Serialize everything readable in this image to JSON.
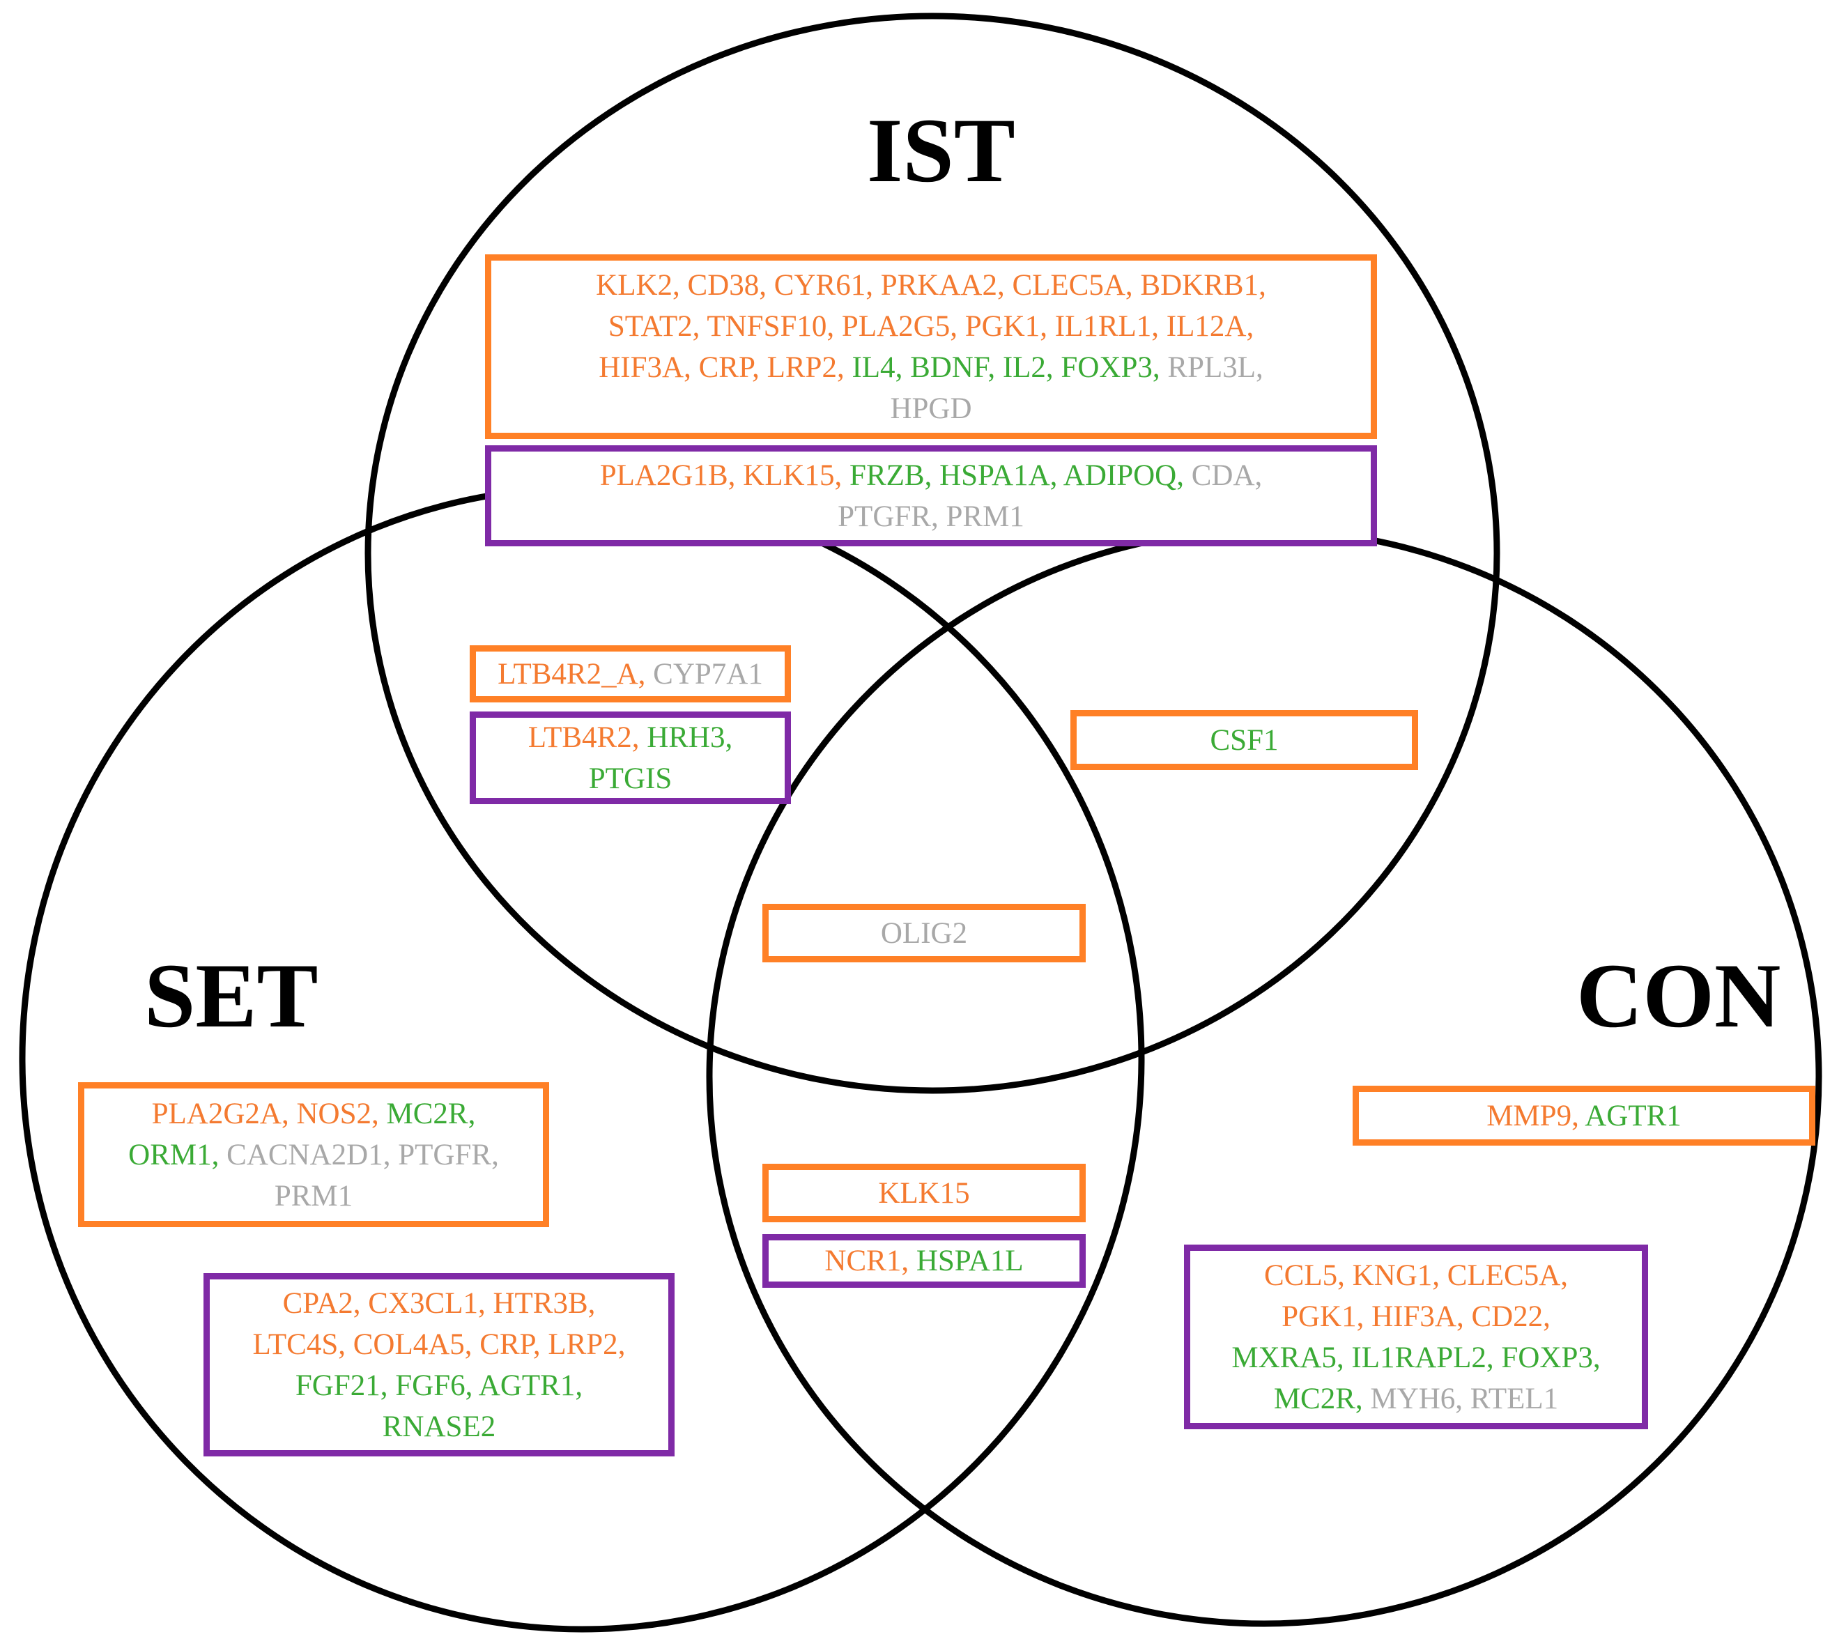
{
  "colors": {
    "orange_box": "#ff8026",
    "purple_box": "#7f2aa6",
    "text_orange": "#f47a30",
    "text_green": "#3aaa35",
    "text_gray": "#a8a8a8",
    "circle": "#000000"
  },
  "sets": [
    {
      "id": "IST",
      "label": "IST"
    },
    {
      "id": "SET",
      "label": "SET"
    },
    {
      "id": "CON",
      "label": "CON"
    }
  ],
  "boxes": [
    {
      "id": "ist-orange",
      "region": "IST only",
      "style": "orange",
      "lines": [
        [
          {
            "t": "KLK2",
            "c": "o"
          },
          {
            "t": "CD38",
            "c": "o"
          },
          {
            "t": "CYR61",
            "c": "o"
          },
          {
            "t": "PRKAA2",
            "c": "o"
          },
          {
            "t": "CLEC5A",
            "c": "o"
          },
          {
            "t": "BDKRB1",
            "c": "o"
          }
        ],
        [
          {
            "t": "STAT2",
            "c": "o"
          },
          {
            "t": "TNFSF10",
            "c": "o"
          },
          {
            "t": "PLA2G5",
            "c": "o"
          },
          {
            "t": "PGK1",
            "c": "o"
          },
          {
            "t": "IL1RL1",
            "c": "o"
          },
          {
            "t": "IL12A",
            "c": "o"
          }
        ],
        [
          {
            "t": "HIF3A",
            "c": "o"
          },
          {
            "t": "CRP",
            "c": "o"
          },
          {
            "t": "LRP2",
            "c": "o"
          },
          {
            "t": "IL4",
            "c": "g"
          },
          {
            "t": "BDNF",
            "c": "g"
          },
          {
            "t": "IL2",
            "c": "g"
          },
          {
            "t": "FOXP3",
            "c": "g"
          },
          {
            "t": "RPL3L",
            "c": "x"
          }
        ],
        [
          {
            "t": "HPGD",
            "c": "x"
          }
        ]
      ]
    },
    {
      "id": "ist-purple",
      "region": "IST only",
      "style": "purple",
      "lines": [
        [
          {
            "t": "PLA2G1B",
            "c": "o"
          },
          {
            "t": "KLK15",
            "c": "o"
          },
          {
            "t": "FRZB",
            "c": "g"
          },
          {
            "t": "HSPA1A",
            "c": "g"
          },
          {
            "t": "ADIPOQ",
            "c": "g"
          },
          {
            "t": "CDA",
            "c": "x"
          }
        ],
        [
          {
            "t": "PTGFR",
            "c": "x"
          },
          {
            "t": "PRM1",
            "c": "x"
          }
        ]
      ]
    },
    {
      "id": "ist-set-orange",
      "region": "IST ∩ SET",
      "style": "orange",
      "lines": [
        [
          {
            "t": "LTB4R2_A",
            "c": "o"
          },
          {
            "t": "CYP7A1",
            "c": "x"
          }
        ]
      ]
    },
    {
      "id": "ist-set-purple",
      "region": "IST ∩ SET",
      "style": "purple",
      "lines": [
        [
          {
            "t": "LTB4R2",
            "c": "o"
          },
          {
            "t": "HRH3",
            "c": "g"
          }
        ],
        [
          {
            "t": "PTGIS",
            "c": "g"
          }
        ]
      ]
    },
    {
      "id": "ist-con-orange",
      "region": "IST ∩ CON",
      "style": "orange",
      "lines": [
        [
          {
            "t": "CSF1",
            "c": "g"
          }
        ]
      ]
    },
    {
      "id": "all-orange",
      "region": "IST ∩ SET ∩ CON",
      "style": "orange",
      "lines": [
        [
          {
            "t": "OLIG2",
            "c": "x"
          }
        ]
      ]
    },
    {
      "id": "set-orange",
      "region": "SET only",
      "style": "orange",
      "lines": [
        [
          {
            "t": "PLA2G2A",
            "c": "o"
          },
          {
            "t": "NOS2",
            "c": "o"
          },
          {
            "t": "MC2R",
            "c": "g"
          }
        ],
        [
          {
            "t": "ORM1",
            "c": "g"
          },
          {
            "t": "CACNA2D1",
            "c": "x"
          },
          {
            "t": "PTGFR",
            "c": "x"
          }
        ],
        [
          {
            "t": "PRM1",
            "c": "x"
          }
        ]
      ]
    },
    {
      "id": "set-purple",
      "region": "SET only",
      "style": "purple",
      "lines": [
        [
          {
            "t": "CPA2",
            "c": "o"
          },
          {
            "t": "CX3CL1",
            "c": "o"
          },
          {
            "t": "HTR3B",
            "c": "o"
          }
        ],
        [
          {
            "t": "LTC4S",
            "c": "o"
          },
          {
            "t": "COL4A5",
            "c": "o"
          },
          {
            "t": "CRP",
            "c": "o"
          },
          {
            "t": "LRP2",
            "c": "o"
          }
        ],
        [
          {
            "t": "FGF21",
            "c": "g"
          },
          {
            "t": "FGF6",
            "c": "g"
          },
          {
            "t": "AGTR1",
            "c": "g"
          }
        ],
        [
          {
            "t": "RNASE2",
            "c": "g"
          }
        ]
      ]
    },
    {
      "id": "set-con-orange",
      "region": "SET ∩ CON",
      "style": "orange",
      "lines": [
        [
          {
            "t": "KLK15",
            "c": "o"
          }
        ]
      ]
    },
    {
      "id": "set-con-purple",
      "region": "SET ∩ CON",
      "style": "purple",
      "lines": [
        [
          {
            "t": "NCR1",
            "c": "o"
          },
          {
            "t": "HSPA1L",
            "c": "g"
          }
        ]
      ]
    },
    {
      "id": "con-orange",
      "region": "CON only",
      "style": "orange",
      "lines": [
        [
          {
            "t": "MMP9",
            "c": "o"
          },
          {
            "t": "AGTR1",
            "c": "g"
          }
        ]
      ]
    },
    {
      "id": "con-purple",
      "region": "CON only",
      "style": "purple",
      "lines": [
        [
          {
            "t": "CCL5",
            "c": "o"
          },
          {
            "t": "KNG1",
            "c": "o"
          },
          {
            "t": "CLEC5A",
            "c": "o"
          }
        ],
        [
          {
            "t": "PGK1",
            "c": "o"
          },
          {
            "t": "HIF3A",
            "c": "o"
          },
          {
            "t": "CD22",
            "c": "o"
          }
        ],
        [
          {
            "t": "MXRA5",
            "c": "g"
          },
          {
            "t": "IL1RAPL2",
            "c": "g"
          },
          {
            "t": "FOXP3",
            "c": "g"
          }
        ],
        [
          {
            "t": "MC2R",
            "c": "g"
          },
          {
            "t": "MYH6",
            "c": "x"
          },
          {
            "t": "RTEL1",
            "c": "x"
          }
        ]
      ]
    }
  ]
}
